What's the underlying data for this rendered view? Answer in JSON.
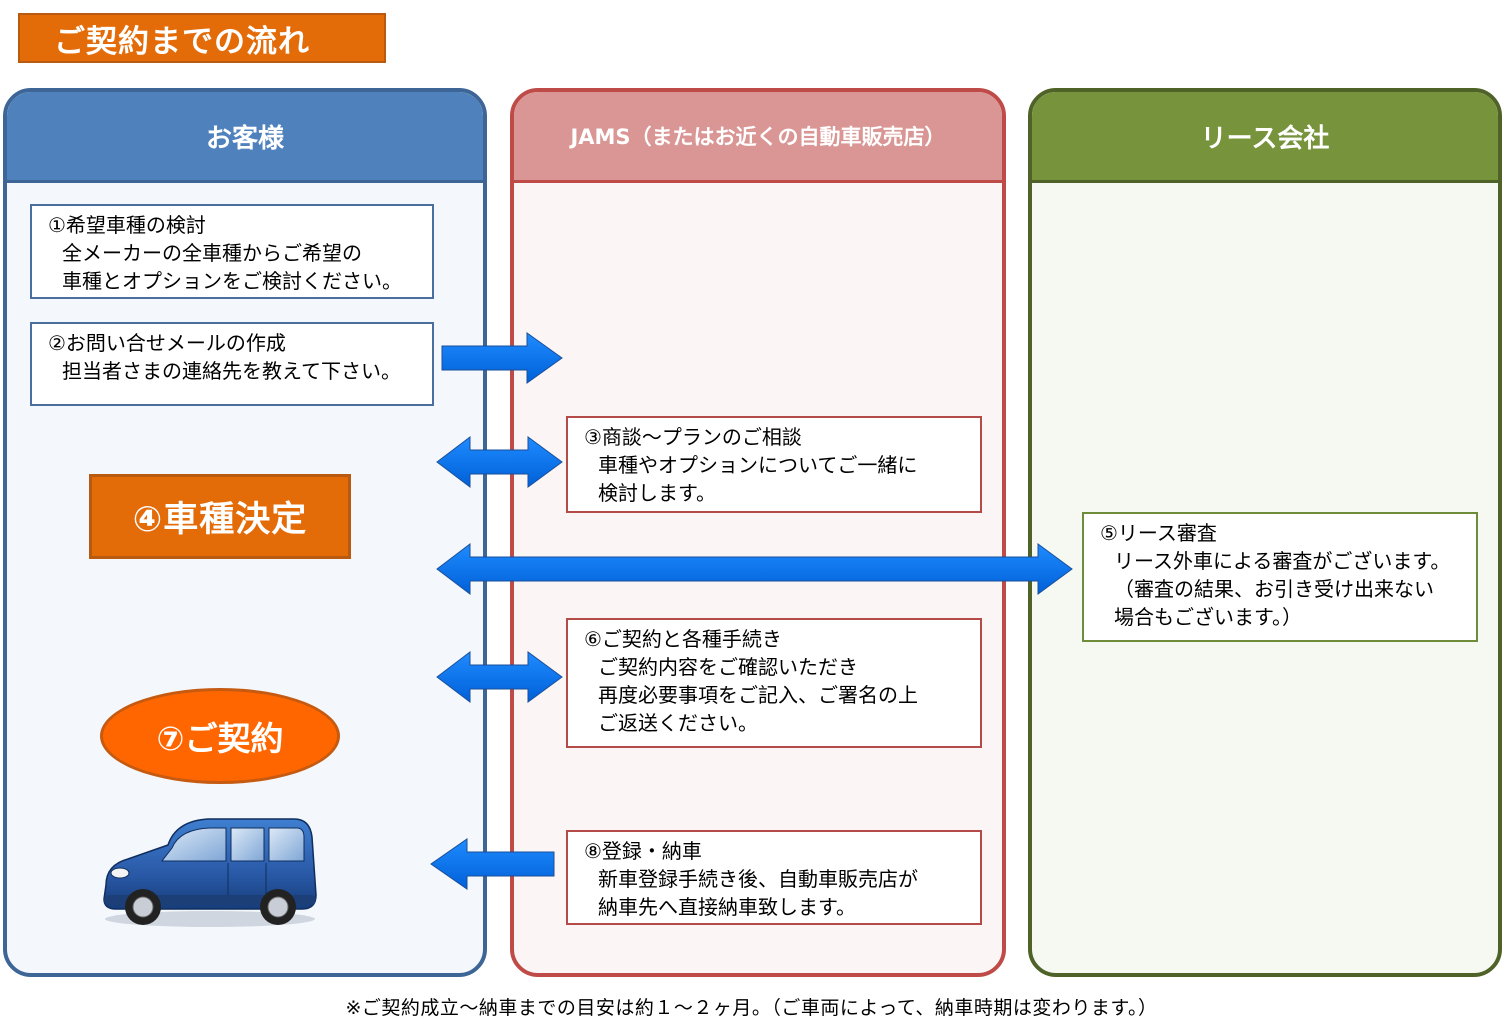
{
  "title": "ご契約までの流れ",
  "lanes": {
    "customer": "お客様",
    "jams": "JAMS（またはお近くの自動車販売店）",
    "lease": "リース会社"
  },
  "steps": {
    "s1": {
      "head": "①希望車種の検討",
      "lines": [
        "全メーカーの全車種からご希望の",
        "車種とオプションをご検討ください。"
      ]
    },
    "s2": {
      "head": "②お問い合せメールの作成",
      "lines": [
        "担当者さまの連絡先を教えて下さい。"
      ]
    },
    "s3": {
      "head": "③商談～プランのご相談",
      "lines": [
        "車種やオプションについてご一緒に",
        "検討します。"
      ]
    },
    "s4": {
      "label": "④車種決定"
    },
    "s5": {
      "head": "⑤リース審査",
      "lines": [
        "リース外車による審査がございます。",
        "（審査の結果、お引き受け出来ない",
        "場合もございます。）"
      ]
    },
    "s6": {
      "head": "⑥ご契約と各種手続き",
      "lines": [
        "ご契約内容をご確認いただき",
        "再度必要事項をご記入、ご署名の上",
        "ご返送ください。"
      ]
    },
    "s7": {
      "label": "⑦ご契約"
    },
    "s8": {
      "head": "⑧登録・納車",
      "lines": [
        "新車登録手続き後、自動車販売店が",
        "納車先へ直接納車致します。"
      ]
    }
  },
  "footnote": "※ご契約成立～納車までの目安は約１～２ヶ月。（ご車両によって、納車時期は変わります。）",
  "colors": {
    "title_bg": "#e36c09",
    "customer_head": "#4f81bd",
    "jams_head": "#d99694",
    "lease_head": "#77933c",
    "arrow": "#0070f0",
    "contract_oval": "#ff6600",
    "car_body": "#2a5aa8"
  }
}
